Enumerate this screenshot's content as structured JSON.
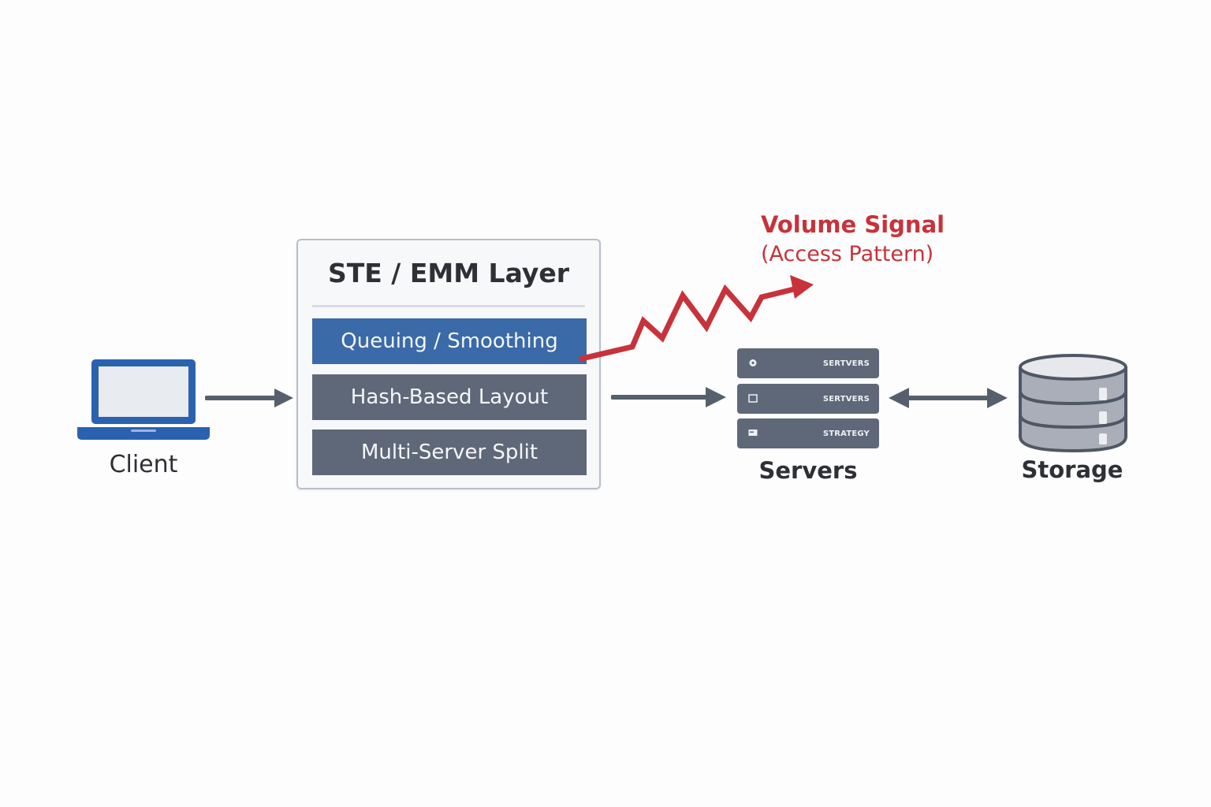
{
  "client": {
    "label": "Client",
    "icon": "laptop-icon"
  },
  "layer": {
    "title": "STE / EMM Layer",
    "rows": [
      "Queuing / Smoothing",
      "Hash-Based Layout",
      "Multi-Server Split"
    ]
  },
  "signal": {
    "title": "Volume Signal",
    "subtitle": "(Access Pattern)"
  },
  "servers": {
    "label": "Servers",
    "units": [
      "SERTVERS",
      "SERTVERS",
      "STRATEGY"
    ]
  },
  "storage": {
    "label": "Storage",
    "icon": "database-icon"
  },
  "colors": {
    "accent_blue": "#3b6aa8",
    "laptop_blue": "#2a62b0",
    "signal_red": "#c8323a",
    "slate": "#5f6878",
    "arrow": "#56606d"
  }
}
